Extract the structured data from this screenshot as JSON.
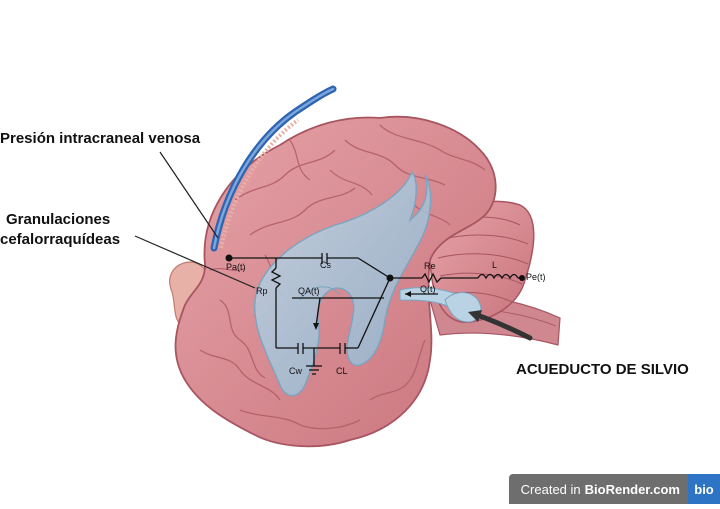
{
  "labels": {
    "venous_pressure": "Presión intracraneal venosa",
    "granulations_line1": "Granulaciones",
    "granulations_line2": "cefalorraquídeas",
    "aqueduct": "ACUEDUCTO DE SILVIO"
  },
  "circuit": {
    "pa": "Pa(t)",
    "cs": "Cs",
    "rp": "Rp",
    "qa": "QA(t)",
    "re": "Re",
    "l": "L",
    "pe": "Pe(t)",
    "q": "Q(t)",
    "cw": "Cw",
    "cl": "CL"
  },
  "badge": {
    "prefix": "Created in",
    "brand": "BioRender.com",
    "logo": "bio"
  },
  "colors": {
    "brain": "#d98c92",
    "brain_dark": "#b8606a",
    "ventricle": "#a9c8dc",
    "vessel": "#2f64b0",
    "cerebellum": "#c97a82"
  }
}
